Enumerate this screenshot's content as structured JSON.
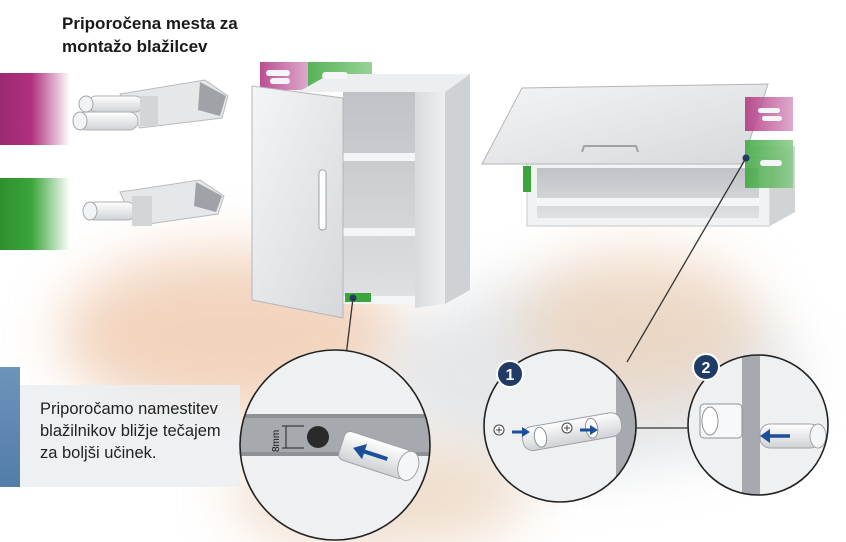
{
  "heading": {
    "line1": "Priporočena mesta za",
    "line2": "montažo blažilcev"
  },
  "tip": {
    "line1": "Priporočamo namestitev",
    "line2": "blažilnikov bližje tečajem",
    "line3": "za boljši učinek."
  },
  "detail_left": {
    "dimension_label": "8mm"
  },
  "steps": [
    {
      "number": "1"
    },
    {
      "number": "2"
    }
  ],
  "colors": {
    "accent_magenta": "#b0307e",
    "accent_green": "#3aa63a",
    "step_badge": "#1f3b66",
    "arrow_blue": "#1c4f9a"
  }
}
